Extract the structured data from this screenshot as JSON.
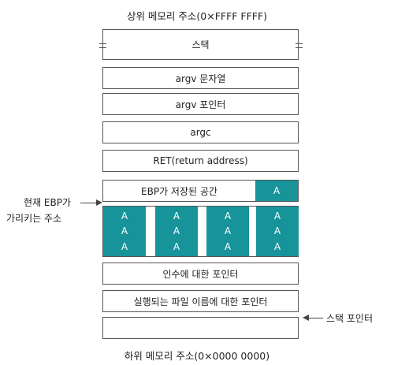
{
  "top_label": "상위 메모리 주소(0×FFFF FFFF)",
  "bottom_label": "하위 메모리 주소(0×0000 0000)",
  "stack": {
    "stack_label": "스택",
    "argv_string": "argv 문자열",
    "argv_pointer": "argv 포인터",
    "argc": "argc",
    "ret": "RET(return address)",
    "ebp_saved": "EBP가 저장된 공간",
    "ebp_a": "A",
    "buffer_columns": [
      [
        "A",
        "A",
        "A"
      ],
      [
        "A",
        "A",
        "A"
      ],
      [
        "A",
        "A",
        "A"
      ],
      [
        "A",
        "A",
        "A"
      ]
    ],
    "args_pointer": "인수에 대한 포인터",
    "filename_pointer": "실행되는 파일 이름에 대한 포인터",
    "empty": ""
  },
  "annotations": {
    "ebp_pointer_line1": "현재 EBP가",
    "ebp_pointer_line2": "가리키는 주소",
    "stack_pointer": "스택 포인터"
  },
  "colors": {
    "fill": "#16949a",
    "border": "#555555"
  }
}
